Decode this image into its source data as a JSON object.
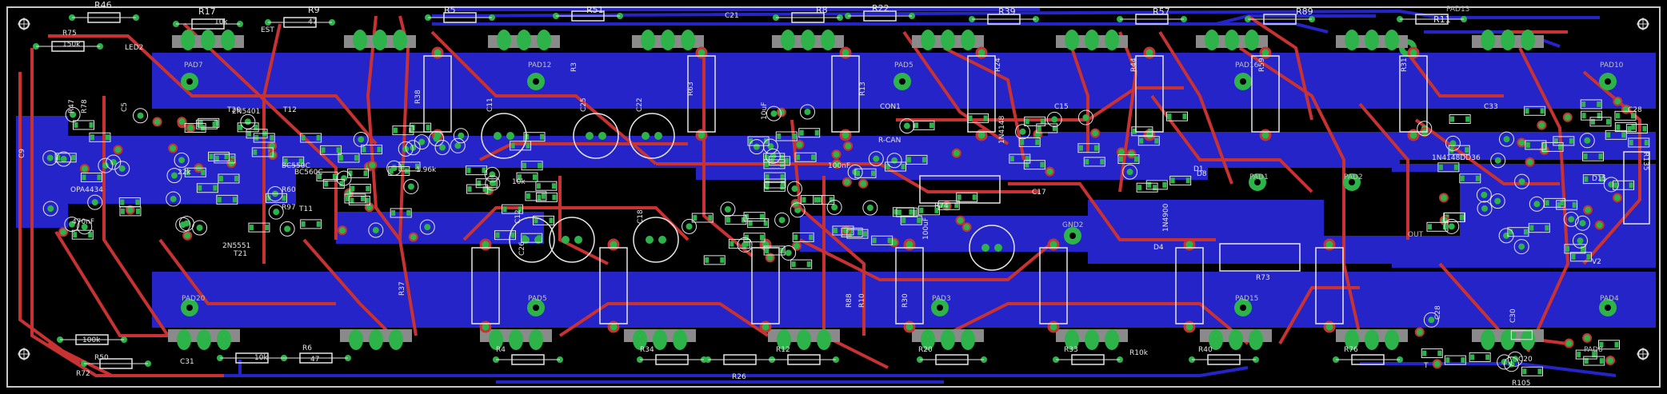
{
  "colors": {
    "background": "#000000",
    "outline": "#c8c8c8",
    "bottom_copper": "#2424c8",
    "top_copper": "#c83232",
    "pad": "#2db34a",
    "silk": "#e6e6e6",
    "pad_label": "#c0c0c0"
  },
  "parts": {
    "top_resistors": [
      "R46",
      "R17",
      "R9",
      "R5",
      "R51",
      "R8",
      "R22",
      "R39",
      "R57",
      "R89",
      "R11"
    ],
    "resistor_values": [
      "10k",
      "47",
      "150k",
      "100k",
      "47",
      "10k"
    ],
    "left_labels": [
      "R75",
      "LED2",
      "EST",
      "R47",
      "R78",
      "C5",
      "C9",
      "OPA4434",
      "R60",
      "R97",
      "2N5401",
      "2N5551",
      "BC560C",
      "BC550C",
      "T20",
      "T21",
      "T12",
      "T11",
      "R50",
      "R72",
      "C31"
    ],
    "pads": [
      "PAD7",
      "PAD12",
      "PAD5",
      "PAD16",
      "PAD10",
      "PAD13",
      "PAD20",
      "PAD5",
      "PAD3",
      "PAD15",
      "PAD4",
      "PAD1",
      "PAD2",
      "GND2",
      "OUT",
      "PAD8"
    ],
    "big_caps": [
      "C11",
      "C25",
      "C22",
      "C12",
      "C18",
      "C26"
    ],
    "center_labels": [
      "CON1",
      "R-CAN",
      "C21",
      "C17",
      "R74",
      "R73",
      "C15",
      "1N4148",
      "R38",
      "R37",
      "R63",
      "R3",
      "R13",
      "R24",
      "R44",
      "R59",
      "R31",
      "R88",
      "R10",
      "R30",
      "D4",
      "D8",
      "D1",
      "1N4900"
    ],
    "right_labels": [
      "C33",
      "1N4148DD36",
      "C28",
      "R135",
      "D15",
      "C30",
      "C20",
      "R105",
      "T",
      "V2"
    ],
    "bottom_labels": [
      "R4",
      "R34",
      "R12",
      "R20",
      "R33",
      "R40",
      "R76",
      "R26",
      "R6",
      "R10k",
      "C28"
    ],
    "small_values": [
      "100nF",
      "1.96k",
      "10k",
      "22k",
      "470nF",
      "100uF",
      "10uF"
    ]
  }
}
